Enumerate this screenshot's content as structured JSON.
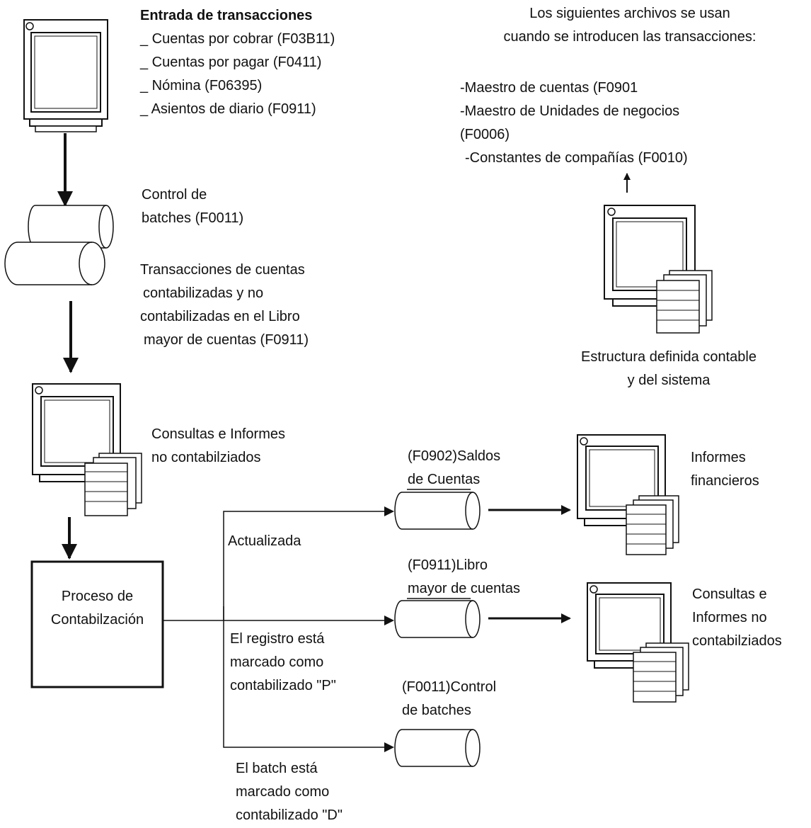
{
  "entry": {
    "title": "Entrada de transacciones",
    "items": [
      "_ Cuentas por cobrar (F03B11)",
      "_ Cuentas por pagar (F0411)",
      "_ Nómina (F06395)",
      "_ Asientos de diario (F0911)"
    ]
  },
  "files_note": {
    "header": [
      "Los siguientes archivos se usan",
      "cuando se introducen las transacciones:"
    ],
    "items": [
      "-Maestro de cuentas (F0901",
      "-Maestro de Unidades de negocios",
      "(F0006)",
      "-Constantes de compañías (F0010)"
    ]
  },
  "structure_label": [
    "Estructura definida contable",
    "y del sistema"
  ],
  "batch_control": [
    "Control de",
    "batches (F0011)"
  ],
  "ledger_transactions": [
    "Transacciones de cuentas",
    "contabilizadas y no",
    "contabilizadas en el Libro",
    "mayor de cuentas (F0911)"
  ],
  "inquiries_left": [
    "Consultas e Informes",
    "no contabilziados"
  ],
  "process": [
    "Proceso de",
    "Contabilzación"
  ],
  "branch_labels": {
    "updated": "Actualizada",
    "record_marked": [
      "El registro está",
      "marcado como",
      "contabilizado \"P\""
    ],
    "batch_marked": [
      "El batch está",
      "marcado como",
      "contabilizado \"D\""
    ]
  },
  "outputs": {
    "balances": [
      "(F0902)Saldos",
      "de Cuentas"
    ],
    "ledger": [
      "(F0911)Libro",
      "mayor de cuentas"
    ],
    "batch": [
      "(F0011)Control",
      "de batches"
    ]
  },
  "reports": {
    "financial": [
      "Informes",
      "financieros"
    ],
    "inquiries": [
      "Consultas e",
      "Informes no",
      "contabilziados"
    ]
  },
  "icons": [
    "computer-terminal-icon",
    "database-cylinder-icon",
    "report-pages-icon",
    "arrow-icon"
  ]
}
